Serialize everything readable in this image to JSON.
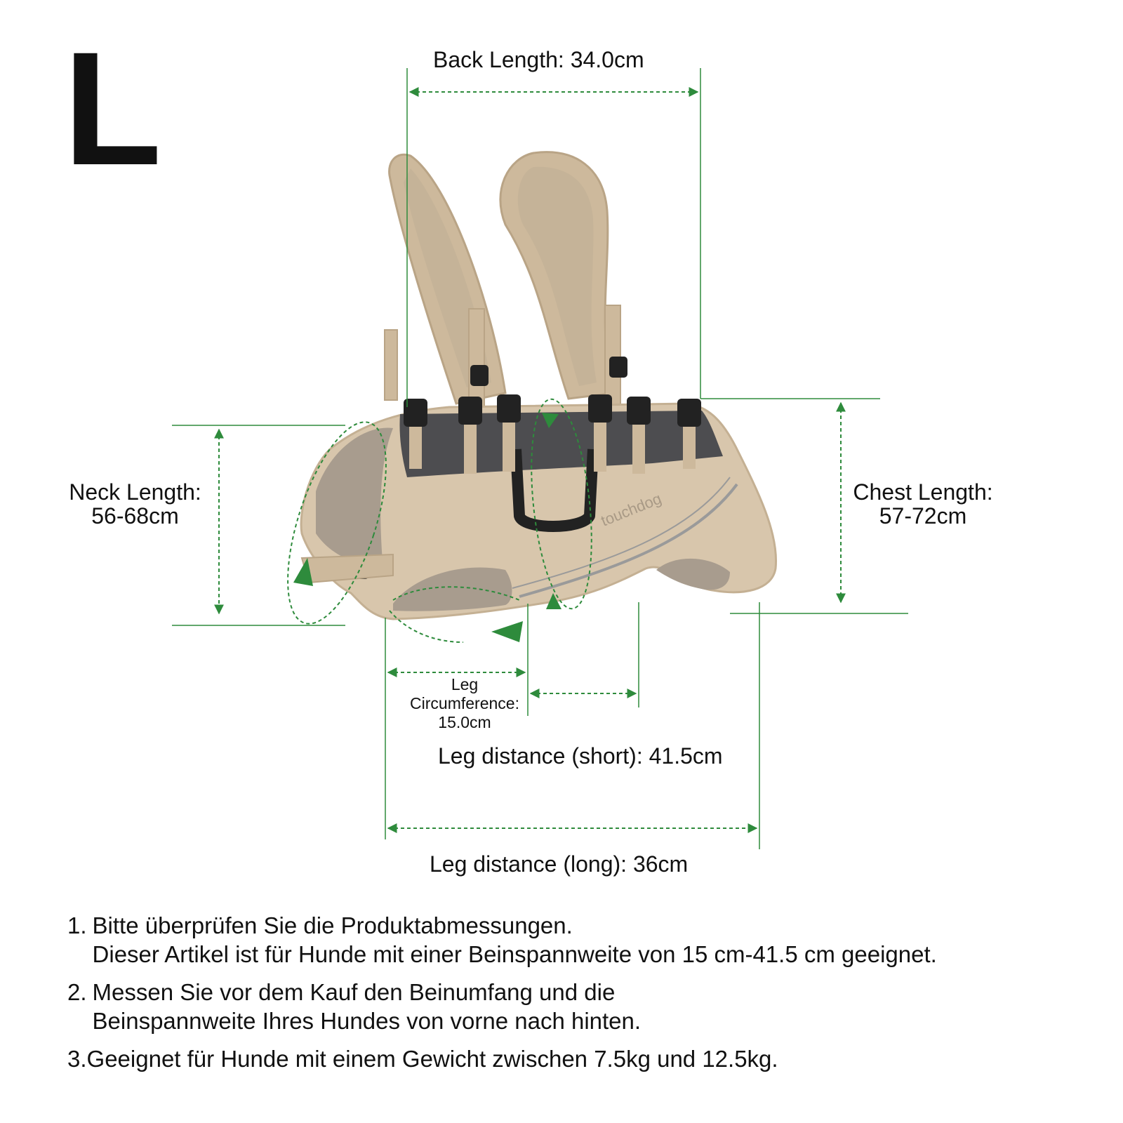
{
  "size_label": "L",
  "brand_text": "touchdog",
  "colors": {
    "measure_green": "#2e8b3c",
    "harness_beige": "#d8c6ac",
    "harness_dark_panel": "#4d4d50",
    "text": "#111111"
  },
  "measurements": {
    "back_length": "Back Length:  34.0cm",
    "neck_length_label": "Neck Length:",
    "neck_length_value": "56-68cm",
    "chest_length_label": "Chest Length:",
    "chest_length_value": "57-72cm",
    "leg_circumference_label_1": "Leg",
    "leg_circumference_label_2": "Circumference:",
    "leg_circumference_value": "15.0cm",
    "leg_distance_short": "Leg distance (short): 41.5cm",
    "leg_distance_long": "Leg distance (long): 36cm"
  },
  "notes": [
    {
      "num": "1.",
      "lines": [
        "Bitte überprüfen Sie die Produktabmessungen.",
        "Dieser Artikel ist für Hunde mit einer Beinspannweite von 15 cm-41.5 cm geeignet."
      ]
    },
    {
      "num": "2.",
      "lines": [
        "Messen Sie vor dem Kauf den Beinumfang und die",
        "Beinspannweite Ihres Hundes von vorne nach hinten."
      ]
    },
    {
      "num": "3.",
      "lines": [
        "Geeignet für Hunde mit einem Gewicht zwischen 7.5kg und 12.5kg."
      ]
    }
  ]
}
